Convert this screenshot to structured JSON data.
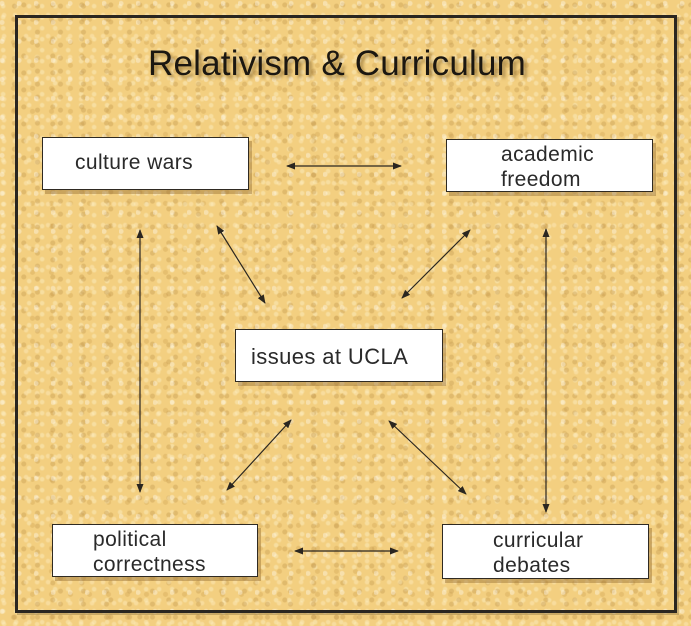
{
  "title": "Relativism & Curriculum",
  "nodes": {
    "culture_wars": "culture wars",
    "academic_freedom": "academic freedom",
    "issues_ucla": "issues at UCLA",
    "political_correctness": "political correctness",
    "curricular_debates": "curricular debates"
  },
  "colors": {
    "background": "#f3cf80",
    "frame": "#2a2620",
    "box": "#ffffff",
    "arrow": "#2a2620"
  }
}
